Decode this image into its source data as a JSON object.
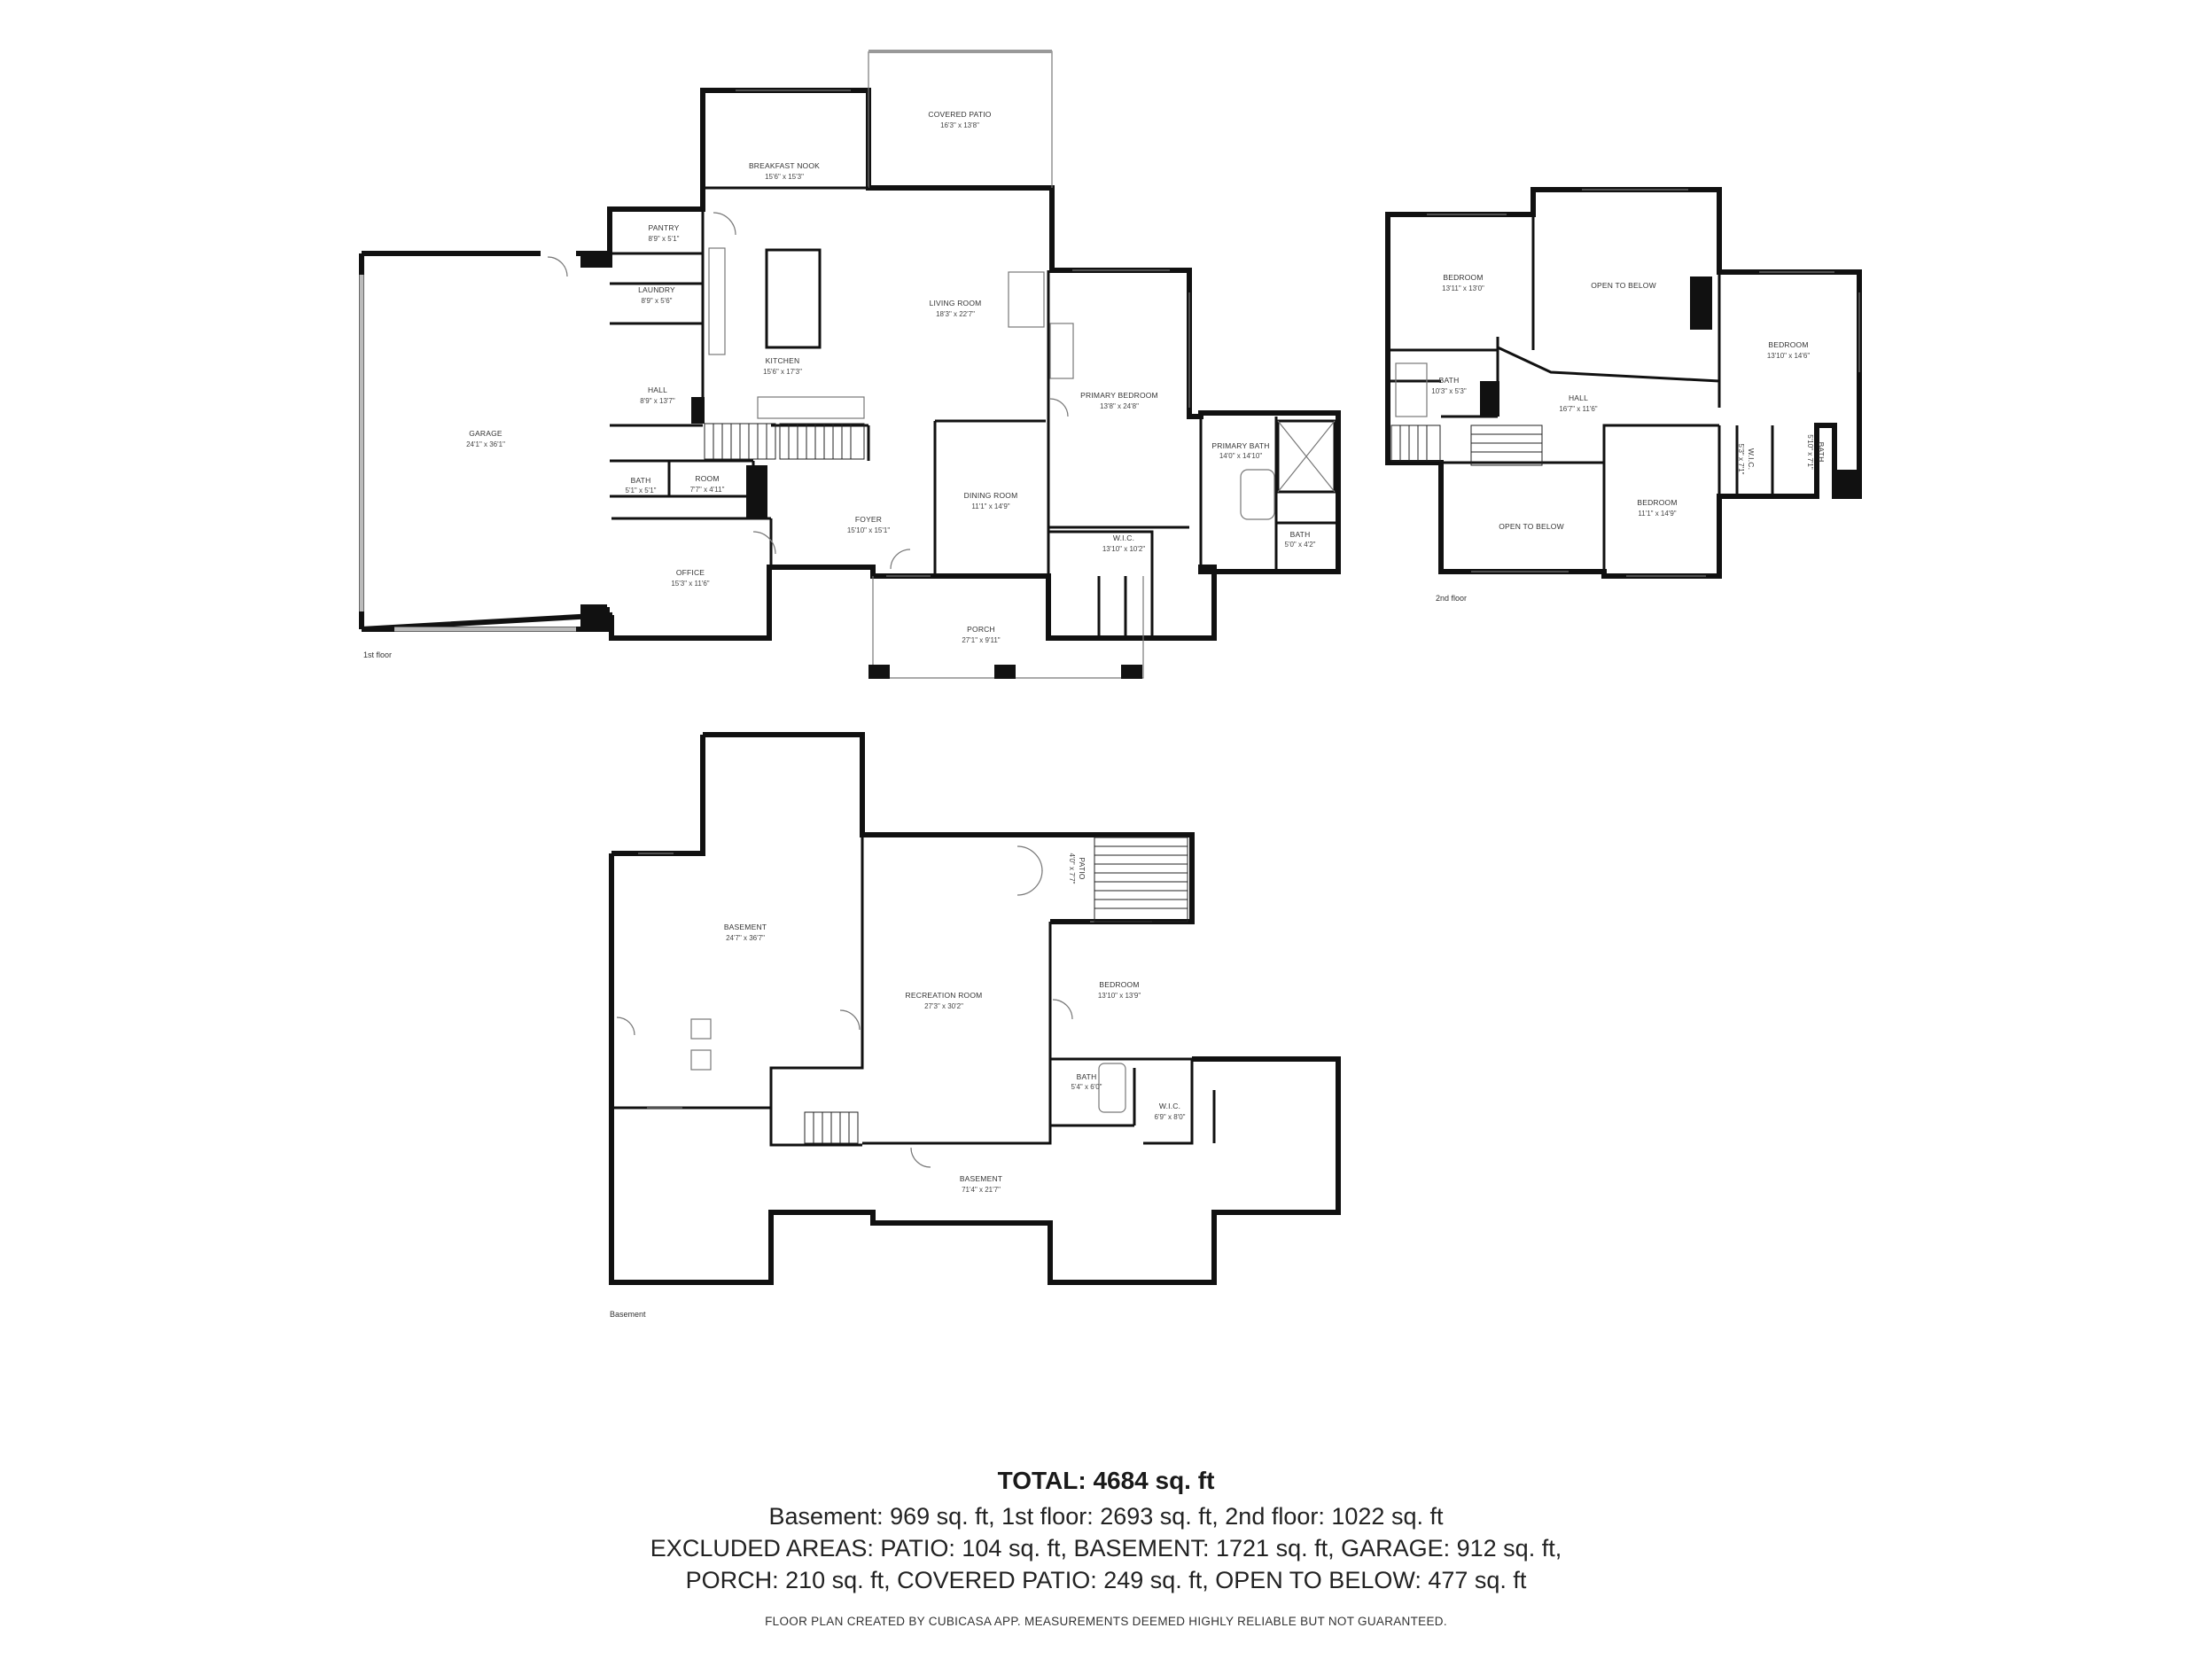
{
  "floors": {
    "first": "1st floor",
    "second": "2nd floor",
    "basement": "Basement"
  },
  "rooms": {
    "covered_patio": {
      "name": "COVERED PATIO",
      "dim": "16'3\" x 13'8\""
    },
    "breakfast_nook": {
      "name": "BREAKFAST NOOK",
      "dim": "15'6\" x 15'3\""
    },
    "pantry": {
      "name": "PANTRY",
      "dim": "8'9\" x 5'1\""
    },
    "laundry": {
      "name": "LAUNDRY",
      "dim": "8'9\" x 5'6\""
    },
    "living_room": {
      "name": "LIVING ROOM",
      "dim": "18'3\" x 22'7\""
    },
    "kitchen": {
      "name": "KITCHEN",
      "dim": "15'6\" x 17'3\""
    },
    "hall1": {
      "name": "HALL",
      "dim": "8'9\" x 13'7\""
    },
    "garage": {
      "name": "GARAGE",
      "dim": "24'1\" x 36'1\""
    },
    "bath1": {
      "name": "BATH",
      "dim": "5'1\" x 5'1\""
    },
    "room1": {
      "name": "ROOM",
      "dim": "7'7\" x 4'11\""
    },
    "primary_bedroom": {
      "name": "PRIMARY BEDROOM",
      "dim": "13'8\" x 24'8\""
    },
    "primary_bath": {
      "name": "PRIMARY BATH",
      "dim": "14'0\" x 14'10\""
    },
    "dining_room": {
      "name": "DINING ROOM",
      "dim": "11'1\" x 14'9\""
    },
    "foyer": {
      "name": "FOYER",
      "dim": "15'10\" x 15'1\""
    },
    "wic1": {
      "name": "W.I.C.",
      "dim": "13'10\" x 10'2\""
    },
    "bath2": {
      "name": "BATH",
      "dim": "5'0\" x 4'2\""
    },
    "office": {
      "name": "OFFICE",
      "dim": "15'3\" x 11'6\""
    },
    "porch": {
      "name": "PORCH",
      "dim": "27'1\" x 9'11\""
    },
    "bedroom_2a": {
      "name": "BEDROOM",
      "dim": "13'11\" x 13'0\""
    },
    "open_below_1": {
      "name": "OPEN TO BELOW",
      "dim": ""
    },
    "bedroom_2b": {
      "name": "BEDROOM",
      "dim": "13'10\" x 14'6\""
    },
    "bath_2a": {
      "name": "BATH",
      "dim": "10'3\" x 5'3\""
    },
    "hall2": {
      "name": "HALL",
      "dim": "16'7\" x 11'6\""
    },
    "wic_2": {
      "name": "W.I.C.",
      "dim": "5'3\" x 7'1\""
    },
    "bath_2b": {
      "name": "BATH",
      "dim": "5'10\" x 7'1\""
    },
    "bedroom_2c": {
      "name": "BEDROOM",
      "dim": "11'1\" x 14'9\""
    },
    "open_below_2": {
      "name": "OPEN TO BELOW",
      "dim": ""
    },
    "basement_a": {
      "name": "BASEMENT",
      "dim": "24'7\" x 36'7\""
    },
    "patio": {
      "name": "PATIO",
      "dim": "4'0\" x 7'7\""
    },
    "recreation_room": {
      "name": "RECREATION ROOM",
      "dim": "27'3\" x 30'2\""
    },
    "bedroom_b": {
      "name": "BEDROOM",
      "dim": "13'10\" x 13'9\""
    },
    "bath_b": {
      "name": "BATH",
      "dim": "5'4\" x 6'0\""
    },
    "wic_b": {
      "name": "W.I.C.",
      "dim": "6'9\" x 8'0\""
    },
    "basement_b": {
      "name": "BASEMENT",
      "dim": "71'4\" x 21'7\""
    }
  },
  "summary": {
    "total": "TOTAL: 4684 sq. ft",
    "line1": "Basement: 969 sq. ft, 1st floor: 2693 sq. ft, 2nd floor: 1022 sq. ft",
    "line2": "EXCLUDED AREAS: PATIO: 104 sq. ft, BASEMENT: 1721 sq. ft, GARAGE: 912 sq. ft,",
    "line3": "PORCH: 210 sq. ft, COVERED PATIO: 249 sq. ft, OPEN TO BELOW: 477 sq. ft"
  },
  "disclaimer": "FLOOR PLAN CREATED BY CUBICASA APP. MEASUREMENTS DEEMED HIGHLY RELIABLE BUT NOT GUARANTEED."
}
